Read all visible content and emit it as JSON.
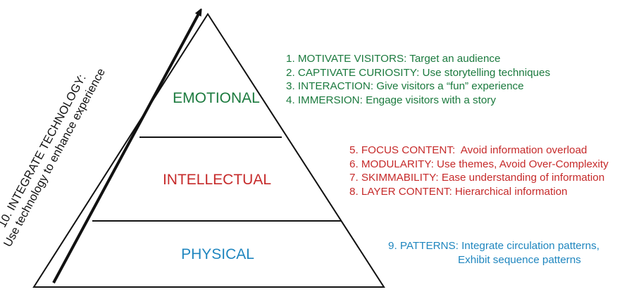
{
  "colors": {
    "emotional": "#1b7a3e",
    "intellectual": "#c62a2a",
    "physical": "#1f86bf",
    "outline": "#111111"
  },
  "pyramid": {
    "levels": [
      {
        "label": "EMOTIONAL"
      },
      {
        "label": "INTELLECTUAL"
      },
      {
        "label": "PHYSICAL"
      }
    ]
  },
  "arrow": {
    "line1": "10. INTEGRATE TECHNOLOGY:",
    "line2": "Use technology to enhance experience"
  },
  "groups": {
    "emotional": [
      "1. MOTIVATE VISITORS: Target an audience",
      "2. CAPTIVATE CURIOSITY: Use storytelling techniques",
      "3. INTERACTION: Give visitors a “fun” experience",
      "4. IMMERSION: Engage visitors with a story"
    ],
    "intellectual": [
      "5. FOCUS CONTENT:  Avoid information overload",
      "6. MODULARITY: Use themes, Avoid Over-Complexity",
      "7. SKIMMABILITY: Ease understanding of information",
      "8. LAYER CONTENT: Hierarchical information"
    ],
    "physical": [
      "9. PATTERNS: Integrate circulation patterns,",
      "Exhibit sequence patterns"
    ]
  }
}
